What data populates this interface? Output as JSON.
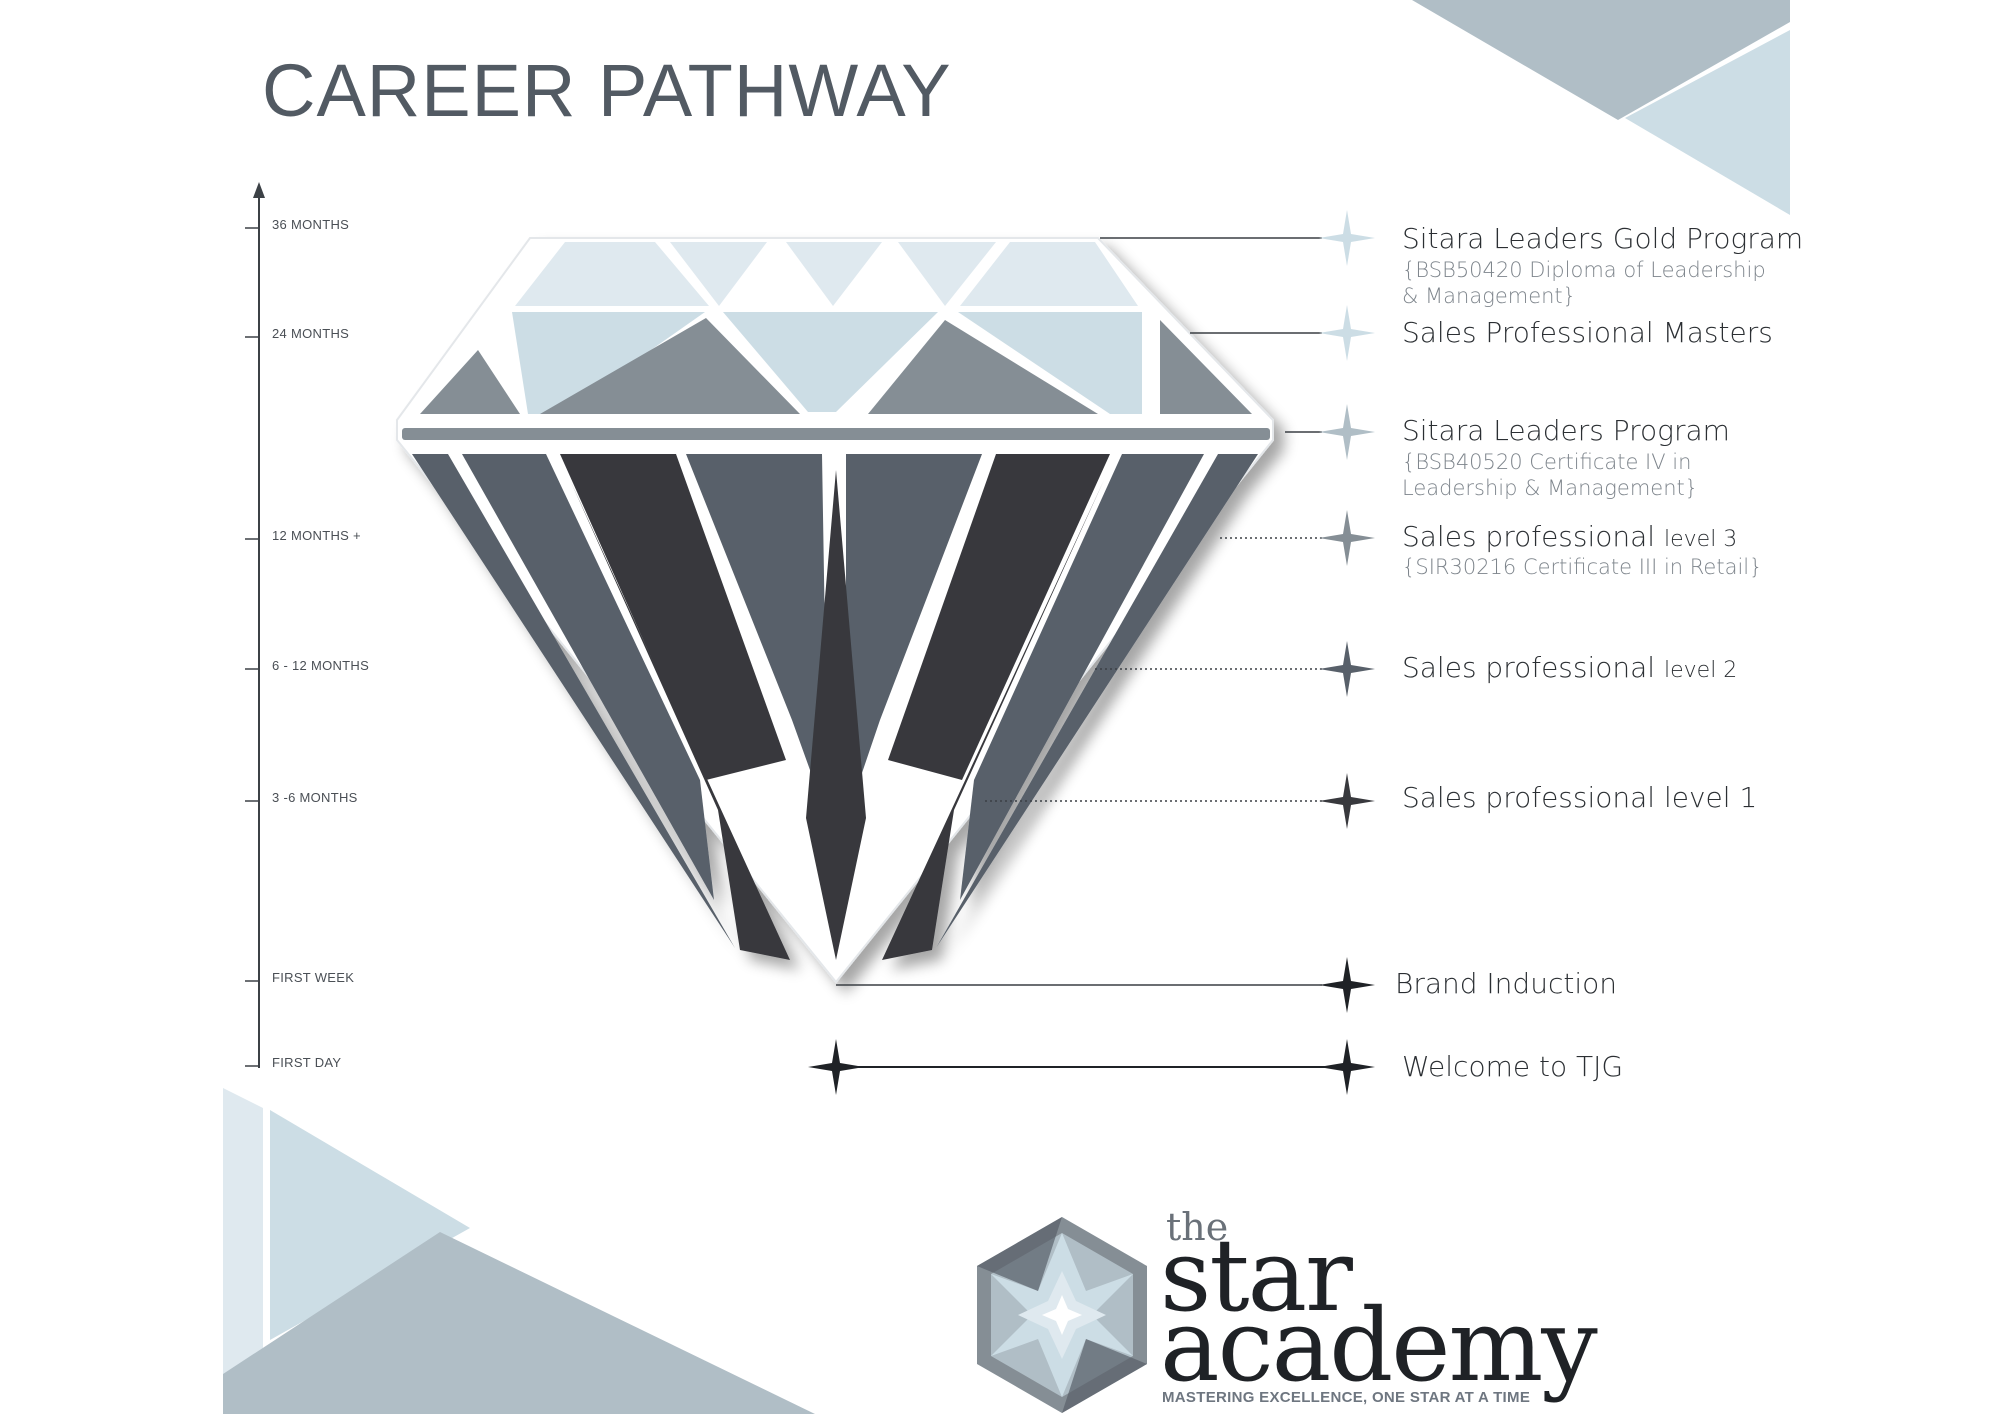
{
  "title": "CAREER PATHWAY",
  "colors": {
    "pale_blue": "#ccdde5",
    "mid_blue_grey": "#b0bec6",
    "light_crown": "#dfe9ef",
    "mid_grey": "#858e95",
    "dark_grey": "#58606a",
    "darkest": "#38393d",
    "text_dark": "#2b2f33",
    "text_sub": "#7e858c"
  },
  "axis": {
    "labels": [
      {
        "id": "36m",
        "text": "36 MONTHS"
      },
      {
        "id": "24m",
        "text": "24 MONTHS"
      },
      {
        "id": "12m",
        "text": "12 MONTHS +"
      },
      {
        "id": "6-12m",
        "text": "6 - 12 MONTHS"
      },
      {
        "id": "3-6m",
        "text": "3 -6 MONTHS"
      },
      {
        "id": "week",
        "text": "FIRST WEEK"
      },
      {
        "id": "day",
        "text": "FIRST DAY"
      }
    ]
  },
  "milestones": [
    {
      "id": "gold",
      "title": "Sitara Leaders Gold Program",
      "sub1": "{BSB50420 Diploma of Leadership",
      "sub2": "& Management}"
    },
    {
      "id": "masters",
      "title": "Sales Professional Masters"
    },
    {
      "id": "leaders",
      "title": "Sitara Leaders Program",
      "sub1": "{BSB40520 Certificate IV in",
      "sub2": "Leadership & Management}"
    },
    {
      "id": "l3",
      "title": "Sales professional",
      "level": "level 3",
      "sub1": "{SIR30216 Certificate III in Retail}"
    },
    {
      "id": "l2",
      "title": "Sales professional",
      "level": "level 2"
    },
    {
      "id": "l1",
      "title": "Sales professional level 1"
    },
    {
      "id": "induction",
      "title": "Brand Induction"
    },
    {
      "id": "welcome",
      "title": "Welcome to TJG"
    }
  ],
  "logo": {
    "the": "the",
    "word1": "star",
    "word2": "academy",
    "tagline": "MASTERING EXCELLENCE, ONE STAR AT A TIME"
  }
}
